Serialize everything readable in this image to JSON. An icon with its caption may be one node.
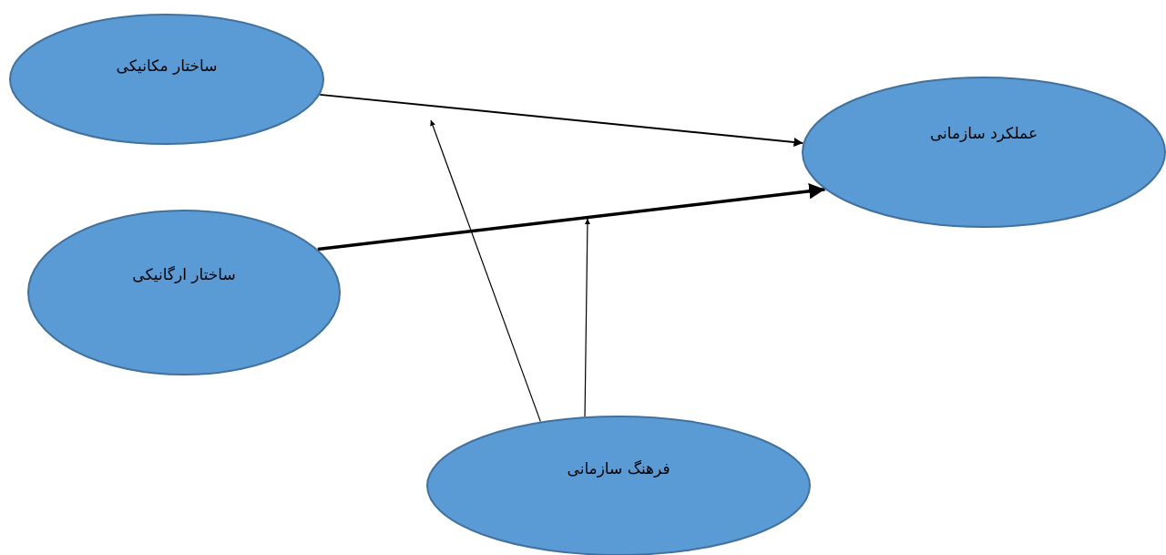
{
  "diagram": {
    "nodes": [
      {
        "text": [
          "ساختار مکانیکی"
        ]
      },
      {
        "text": [
          "ساختار ارگانیکی"
        ]
      },
      {
        "text": [
          "عملکرد سازمانی"
        ]
      },
      {
        "text": [
          "فرهنگ سازمانی"
        ]
      }
    ],
    "edges": [
      {
        "from": 0,
        "to": 2,
        "arrow": "to"
      },
      {
        "from": 1,
        "to": 2,
        "arrow": "to",
        "style": "thick"
      },
      {
        "from": 3,
        "to": null,
        "arrow": "to"
      },
      {
        "from": 3,
        "to": null,
        "arrow": "to"
      }
    ]
  }
}
